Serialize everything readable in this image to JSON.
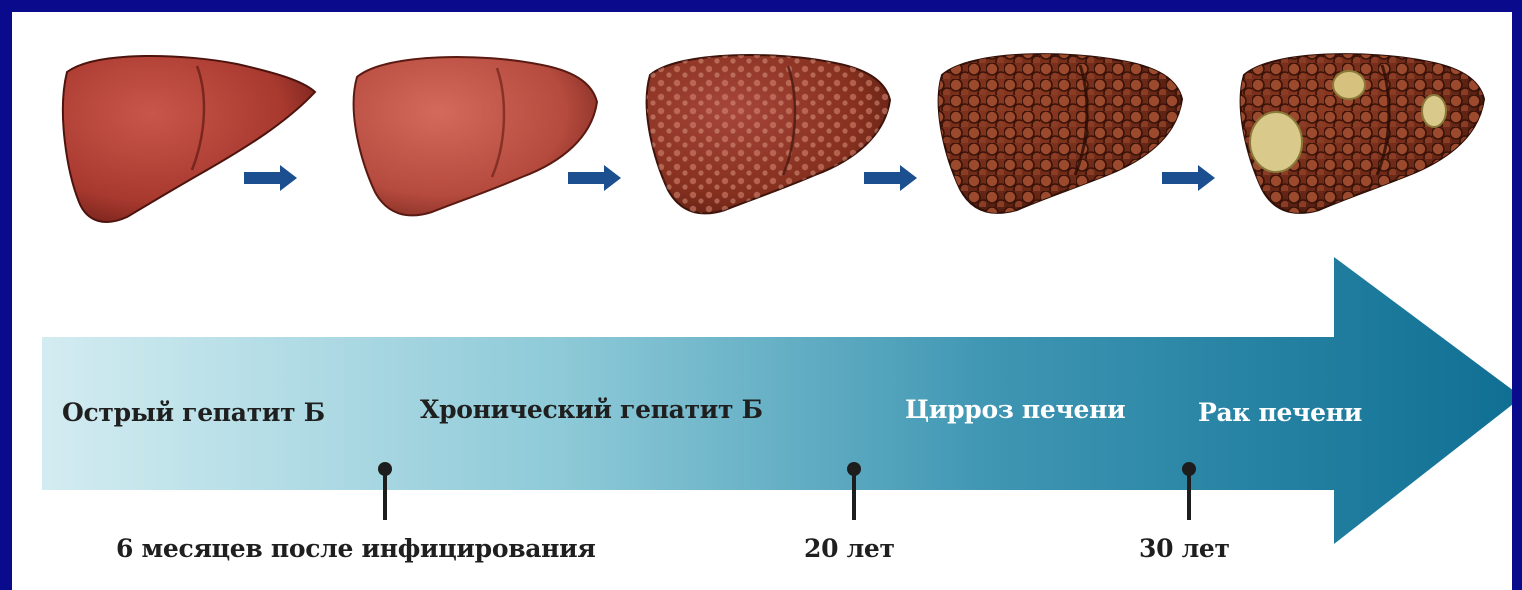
{
  "stages": [
    {
      "label": "Острый гепатит Б"
    },
    {
      "label": "Хронический гепатит Б"
    },
    {
      "label": "Цирроз печени"
    },
    {
      "label": "Рак печени"
    }
  ],
  "time_marks": [
    {
      "label": "6 месяцев после инфицирования"
    },
    {
      "label": "20 лет"
    },
    {
      "label": "30 лет"
    }
  ],
  "livers": [
    {
      "name": "healthy-liver"
    },
    {
      "name": "inflamed-liver"
    },
    {
      "name": "fibrotic-liver"
    },
    {
      "name": "cirrhotic-liver"
    },
    {
      "name": "cancerous-liver"
    }
  ],
  "colors": {
    "background_border": "#0a0a8c",
    "arrow_start": "#c9e8ee",
    "arrow_end": "#0f6f93",
    "liver_red": "#b8463c",
    "liver_dark": "#6a2416",
    "step_arrow": "#1b4f8f"
  }
}
